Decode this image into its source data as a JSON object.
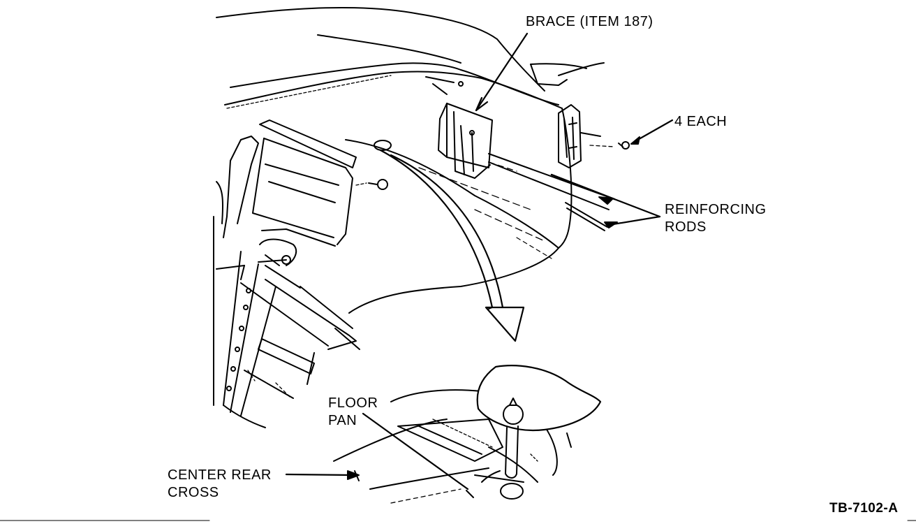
{
  "figure_id": "TB-7102-A",
  "colors": {
    "ink": "#000000",
    "paper": "#ffffff"
  },
  "labels": {
    "brace": "BRACE (ITEM 187)",
    "four_each": "4 EACH",
    "reinforcing_line1": "REINFORCING",
    "reinforcing_line2": "RODS",
    "floor_pan_line1": "FLOOR",
    "floor_pan_line2": "PAN",
    "center_rear_line1": "CENTER REAR",
    "center_rear_line2": "CROSS"
  }
}
